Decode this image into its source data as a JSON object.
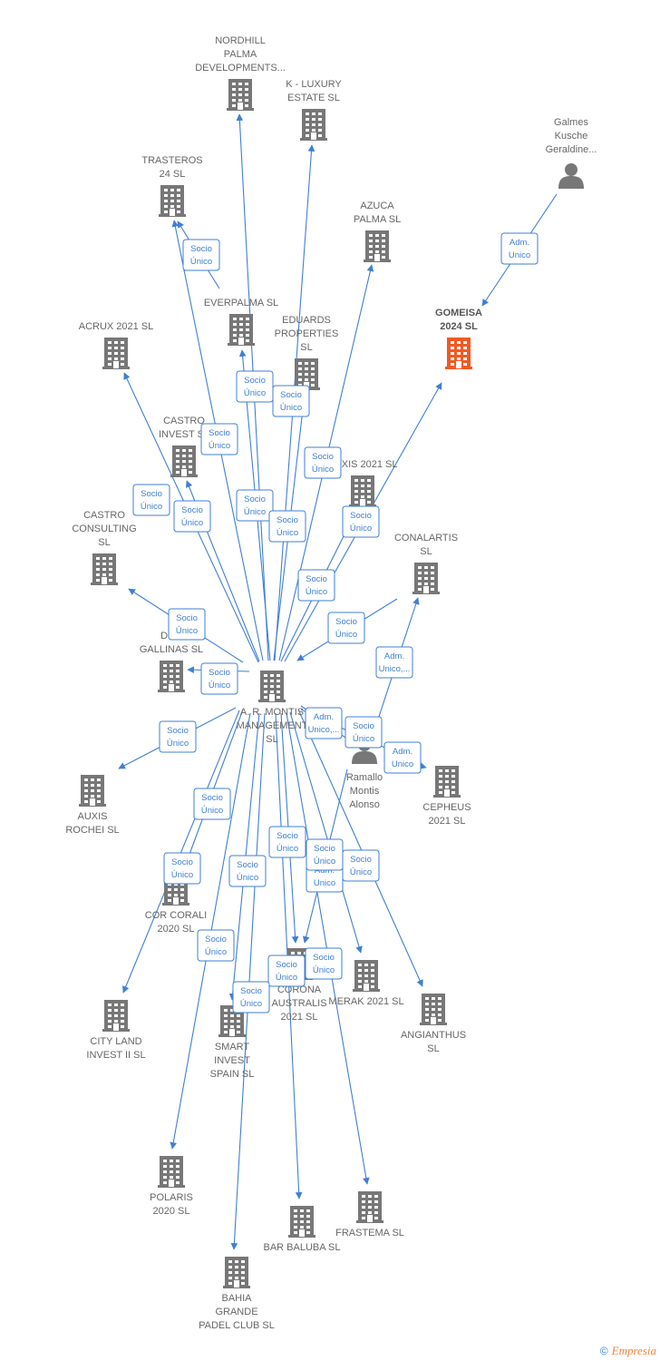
{
  "diagram": {
    "colors": {
      "company": "#777777",
      "focus": "#f05a23",
      "person": "#777777",
      "edge": "#3f7fd6"
    },
    "nodes": [
      {
        "id": "nordhill",
        "type": "company",
        "label": [
          "NORDHILL",
          "PALMA",
          "DEVELOPMENTS..."
        ]
      },
      {
        "id": "kluxury",
        "type": "company",
        "label": [
          "K -  LUXURY",
          "ESTATE  SL"
        ]
      },
      {
        "id": "galmes",
        "type": "person",
        "label": [
          "Galmes",
          "Kusche",
          "Geraldine..."
        ]
      },
      {
        "id": "trasteros",
        "type": "company",
        "label": [
          "TRASTEROS",
          "24  SL"
        ]
      },
      {
        "id": "azuca",
        "type": "company",
        "label": [
          "AZUCA",
          "PALMA  SL"
        ]
      },
      {
        "id": "gomeisa",
        "type": "focus",
        "label": [
          "GOMEISA",
          "2024  SL"
        ]
      },
      {
        "id": "everpalma",
        "type": "company",
        "label": [
          "EVERPALMA  SL"
        ]
      },
      {
        "id": "acrux",
        "type": "company",
        "label": [
          "ACRUX 2021  SL"
        ]
      },
      {
        "id": "eduards",
        "type": "company",
        "label": [
          "EDUARDS",
          "PROPERTIES",
          "SL"
        ]
      },
      {
        "id": "castroinvest",
        "type": "company",
        "label": [
          "CASTRO",
          "INVEST  SL"
        ]
      },
      {
        "id": "auxis2021",
        "type": "company",
        "label": [
          "AUXIS 2021  SL"
        ]
      },
      {
        "id": "castroconsulting",
        "type": "company",
        "label": [
          "CASTRO",
          "CONSULTING",
          "SL"
        ]
      },
      {
        "id": "conalartis",
        "type": "company",
        "label": [
          "CONALARTIS",
          "SL"
        ]
      },
      {
        "id": "dosgallinas",
        "type": "company",
        "label": [
          "DOS",
          "GALLINAS  SL"
        ]
      },
      {
        "id": "armontis",
        "type": "company",
        "label": [
          "A. R. MONTIS",
          "MANAGEMENT",
          "SL"
        ]
      },
      {
        "id": "ramallo",
        "type": "person",
        "label": [
          "Ramallo",
          "Montis",
          "Alonso"
        ]
      },
      {
        "id": "cepheus",
        "type": "company",
        "label": [
          "CEPHEUS",
          "2021  SL"
        ]
      },
      {
        "id": "auxisrochei",
        "type": "company",
        "label": [
          "AUXIS",
          "ROCHEI  SL"
        ]
      },
      {
        "id": "corcorali",
        "type": "company",
        "label": [
          "COR CORALI",
          "2020  SL"
        ]
      },
      {
        "id": "cityland",
        "type": "company",
        "label": [
          "CITY LAND",
          "INVEST II  SL"
        ]
      },
      {
        "id": "corona",
        "type": "company",
        "label": [
          "CORONA",
          "AUSTRALIS",
          "2021  SL"
        ]
      },
      {
        "id": "merak",
        "type": "company",
        "label": [
          "MERAK 2021  SL"
        ]
      },
      {
        "id": "angianthus",
        "type": "company",
        "label": [
          "ANGIANTHUS",
          "SL"
        ]
      },
      {
        "id": "smart",
        "type": "company",
        "label": [
          "SMART",
          "INVEST",
          "SPAIN  SL"
        ]
      },
      {
        "id": "polaris",
        "type": "company",
        "label": [
          "POLARIS",
          "2020  SL"
        ]
      },
      {
        "id": "frastema",
        "type": "company",
        "label": [
          "FRASTEMA  SL"
        ]
      },
      {
        "id": "barbaluba",
        "type": "company",
        "label": [
          "BAR BALUBA  SL"
        ]
      },
      {
        "id": "bahia",
        "type": "company",
        "label": [
          "BAHIA",
          "GRANDE",
          "PADEL CLUB  SL"
        ]
      }
    ],
    "edges": [
      {
        "from": "galmes",
        "to": "gomeisa",
        "label": [
          "Adm.",
          "Unico"
        ]
      },
      {
        "from": "everpalma",
        "to": "trasteros",
        "label": [
          "Socio",
          "Único"
        ]
      },
      {
        "from": "armontis",
        "to": "nordhill",
        "label": [
          "Socio",
          "Único"
        ]
      },
      {
        "from": "armontis",
        "to": "kluxury",
        "label": [
          "Socio",
          "Único"
        ]
      },
      {
        "from": "armontis",
        "to": "azuca",
        "label": [
          "Socio",
          "Único"
        ]
      },
      {
        "from": "armontis",
        "to": "gomeisa",
        "label": [
          "Socio",
          "Único"
        ]
      },
      {
        "from": "armontis",
        "to": "trasteros",
        "label": [
          "Socio",
          "Único"
        ]
      },
      {
        "from": "armontis",
        "to": "everpalma",
        "label": [
          "Socio",
          "Único"
        ]
      },
      {
        "from": "armontis",
        "to": "acrux",
        "label": [
          "Socio",
          "Único"
        ]
      },
      {
        "from": "armontis",
        "to": "eduards",
        "label": [
          "Socio",
          "Único"
        ]
      },
      {
        "from": "armontis",
        "to": "castroinvest",
        "label": [
          "Socio",
          "Único"
        ]
      },
      {
        "from": "armontis",
        "to": "auxis2021",
        "label": [
          "Socio",
          "Único"
        ]
      },
      {
        "from": "armontis",
        "to": "castroconsulting",
        "label": [
          "Socio",
          "Único"
        ]
      },
      {
        "from": "conalartis",
        "to": "armontis",
        "label": [
          "Socio",
          "Único"
        ]
      },
      {
        "from": "armontis",
        "to": "dosgallinas",
        "label": [
          "Socio",
          "Único"
        ]
      },
      {
        "from": "ramallo",
        "to": "conalartis",
        "label": [
          "Adm.",
          "Unico,..."
        ]
      },
      {
        "from": "armontis",
        "to": "ramallo",
        "label": [
          "Adm.",
          "Unico,..."
        ]
      },
      {
        "from": "armontis",
        "to": "cepheus",
        "label": [
          "Socio",
          "Único"
        ]
      },
      {
        "from": "ramallo",
        "to": "cepheus",
        "label": [
          "Adm.",
          "Unico"
        ]
      },
      {
        "from": "armontis",
        "to": "auxisrochei",
        "label": [
          "Socio",
          "Único"
        ]
      },
      {
        "from": "armontis",
        "to": "corcorali",
        "label": [
          "Socio",
          "Único"
        ]
      },
      {
        "from": "armontis",
        "to": "cityland",
        "label": [
          "Socio",
          "Único"
        ]
      },
      {
        "from": "armontis",
        "to": "corona",
        "label": [
          "Socio",
          "Único"
        ]
      },
      {
        "from": "ramallo",
        "to": "corona",
        "label": [
          "Adm.",
          "Unico"
        ]
      },
      {
        "from": "armontis",
        "to": "merak",
        "label": [
          "Socio",
          "Único"
        ]
      },
      {
        "from": "armontis",
        "to": "angianthus",
        "label": [
          "Socio",
          "Único"
        ]
      },
      {
        "from": "armontis",
        "to": "smart",
        "label": [
          "Socio",
          "Único"
        ]
      },
      {
        "from": "armontis",
        "to": "polaris",
        "label": [
          "Socio",
          "Único"
        ]
      },
      {
        "from": "armontis",
        "to": "frastema",
        "label": [
          "Socio",
          "Único"
        ]
      },
      {
        "from": "armontis",
        "to": "barbaluba",
        "label": [
          "Socio",
          "Único"
        ]
      },
      {
        "from": "armontis",
        "to": "bahia",
        "label": [
          "Socio",
          "Único"
        ]
      }
    ]
  },
  "footer": {
    "copyright": "©",
    "brand": "Empresia"
  }
}
